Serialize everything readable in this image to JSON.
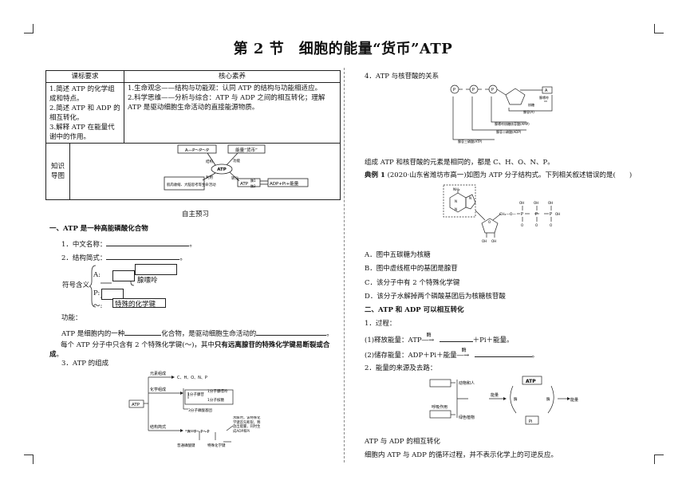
{
  "title": "第 2 节　细胞的能量“货币”ATP",
  "table": {
    "h1": "课标要求",
    "h2": "核心素养",
    "req1": "1.简述 ATP 的化学组成和特点。",
    "req2": "2.简述 ATP 和 ADP 的相互转化。",
    "req3": "3.解释 ATP 在能量代谢中的作用。",
    "core1": "1.生命观念——结构与功能观：认同 ATP 的结构与功能相适应。",
    "core2": "2.科学思维——分析与综合：ATP 与 ADP 之间的相互转化；理解 ATP 是驱动细胞生命活动的直接能源物质。",
    "map_label1": "知识",
    "map_label2": "导图"
  },
  "mindmap": {
    "center": "ATP",
    "n1": "A—P～P～P",
    "n2": "能量“货币”",
    "n3": "肌肉收缩、大脑思考等生命活动",
    "n4": "ATP",
    "n5a": "酶1",
    "n5b": "酶2",
    "n6": "ADP+Pi+能量",
    "e1": "结构",
    "e2": "功能",
    "e3": "利用",
    "e4": "转化"
  },
  "left": {
    "preview": "自主预习",
    "sec1": "一、ATP 是一种高能磷酸化合物",
    "q1": "1．中文名称：",
    "q2": "2．结构简式：",
    "symbol": "符号含义",
    "symA": "A:",
    "symP": "P:",
    "symWave": "～:",
    "adenine": "腺嘌呤",
    "bond": "特殊的化学键",
    "func": "功能：",
    "func_a": "ATP 是细胞内的一种",
    "func_b": "化合物，是驱动细胞生命活动的",
    "func_c": "。",
    "note_a": "每个 ATP 分子中只含有 2 个特殊化学键(～)，其中",
    "note_b": "只有远离腺苷的特殊化学键易断裂或合成",
    "note_c": "。",
    "q3": "3．ATP 的组成"
  },
  "comp": {
    "atp": "ATP",
    "elem_label": "元素组成",
    "elem": "C、H、O、N、P",
    "chem_label": "化学组成",
    "adenosine": "1分子腺苷",
    "adenine": "1分子腺嘌呤",
    "ribose": "1分子核糖",
    "phosphate": "3分子磷酸基团",
    "struct_label": "结构简式",
    "formula": "A—P～P～P",
    "note": "水解时，该特殊化学键首先断裂，释放出能量，同时生成ADP和Pi",
    "normal": "普通磷酸键",
    "special": "特殊化学键"
  },
  "right": {
    "q4": "4．ATP 与核苷酸的关系",
    "p": "P",
    "base": "A",
    "adenine": "腺嘌呤",
    "ribose": "核糖",
    "adenosine": "腺苷(A)",
    "amp": "腺嘌呤核糖核苷酸(AMP)",
    "adp": "腺苷二磷酸(ADP)",
    "atp": "腺苷三磷酸(ATP)",
    "elements": "组成 ATP 和核苷酸的元素是相同的，都是 C、H、O、N、P。",
    "ex_a": "典例 1",
    "ex_b": " (2020·山东省潍坊市高一)如图为 ATP 分子结构式。下列相关叙述错误的是(　　)",
    "optA": "A．图中五碳糖为核糖",
    "optB": "B．图中虚线框中的基团是腺苷",
    "optC": "C．该分子中有 2 个特殊化学键",
    "optD": "D．该分子水解掉两个磷酸基团后为核糖核苷酸",
    "sec2": "二、ATP 和 ADP 可以相互转化",
    "proc": "1．过程：",
    "rel_a": "(1)释放能量：ATP",
    "rel_b": "＋Pi＋能量。",
    "sto_a": "(2)储存能量：ADP＋Pi＋能量",
    "sto_b": "。",
    "enzyme": "酶",
    "energy": "2．能量的来源及去路：",
    "animals": "动物和人",
    "resp": "呼吸作用",
    "plants": "绿色植物",
    "e_in": "能量",
    "e_out": "能量",
    "cyc_atp": "ATP",
    "cyc_pi": "Pi",
    "sub": "ATP 与 ADP 的相互转化",
    "sub_desc": "细胞内 ATP 与 ADP 的循环过程，并不表示化学上的可逆反应。"
  },
  "struct": {
    "nh2": "NH₂",
    "oh": "OH",
    "o": "O",
    "ch2": "CH₂—O—",
    "phos": "P",
    "n": "N"
  }
}
